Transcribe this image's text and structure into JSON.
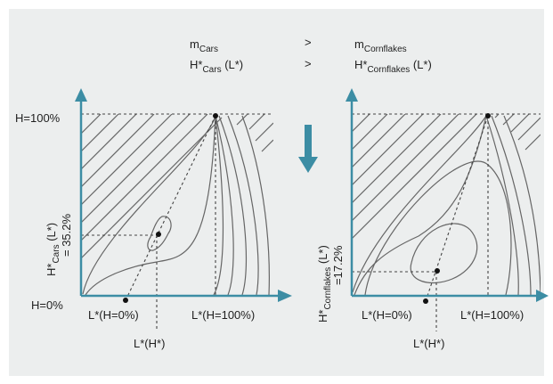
{
  "header": {
    "row1": {
      "left_main": "m",
      "left_sub": "Cars",
      "op": ">",
      "right_main": "m",
      "right_sub": "Cornflakes"
    },
    "row2": {
      "left_main": "H*",
      "left_sub": "Cars",
      "left_tail": " (L*)",
      "op": ">",
      "right_main": "H*",
      "right_sub": "Cornflakes",
      "right_tail": " (L*)"
    }
  },
  "left_panel": {
    "y_top_label": "H=100%",
    "y_bottom_label": "H=0%",
    "x_label_a": "L*(H=0%)",
    "x_label_b": "L*(H=100%)",
    "x_label_opt": "L*(H*)",
    "y_rot_main": "H*",
    "y_rot_sub": "Cars",
    "y_rot_tail": " (L*)",
    "y_rot_value": "= 35.2%"
  },
  "right_panel": {
    "x_label_a": "L*(H=0%)",
    "x_label_b": "L*(H=100%)",
    "x_label_opt": "L*(H*)",
    "y_rot_main": "H*",
    "y_rot_sub": "Cornflakes",
    "y_rot_tail": " (L*)",
    "y_rot_value": "=17.2%"
  },
  "colors": {
    "background": "#eceeee",
    "axis": "#3c8da4",
    "contour": "#666666",
    "guide": "#444444"
  }
}
